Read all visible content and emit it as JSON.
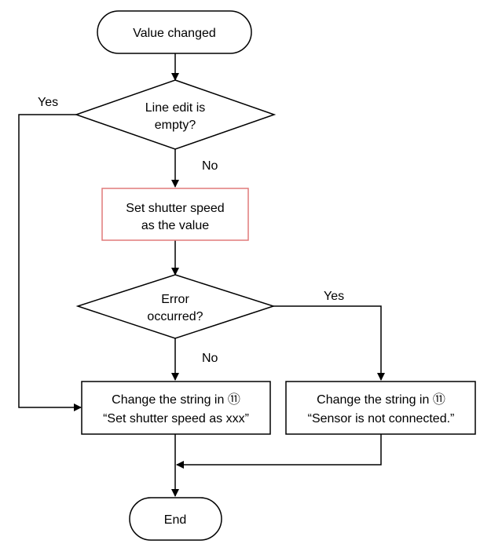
{
  "nodes": {
    "start": {
      "lines": [
        "Value changed"
      ]
    },
    "decision_empty": {
      "lines": [
        "Line edit is",
        "empty?"
      ]
    },
    "set_speed": {
      "lines": [
        "Set shutter speed",
        "as the value"
      ]
    },
    "decision_error": {
      "lines": [
        "Error",
        "occurred?"
      ]
    },
    "change_ok": {
      "lines": [
        "Change the string in ⑪",
        "“Set shutter speed as xxx”"
      ]
    },
    "change_err": {
      "lines": [
        "Change the string in ⑪",
        "“Sensor is not connected.”"
      ]
    },
    "end": {
      "lines": [
        "End"
      ]
    }
  },
  "edge_labels": {
    "empty_yes": "Yes",
    "empty_no": "No",
    "error_yes": "Yes",
    "error_no": "No"
  },
  "colors": {
    "line": "#000000",
    "highlight_border": "#e07a7a"
  }
}
